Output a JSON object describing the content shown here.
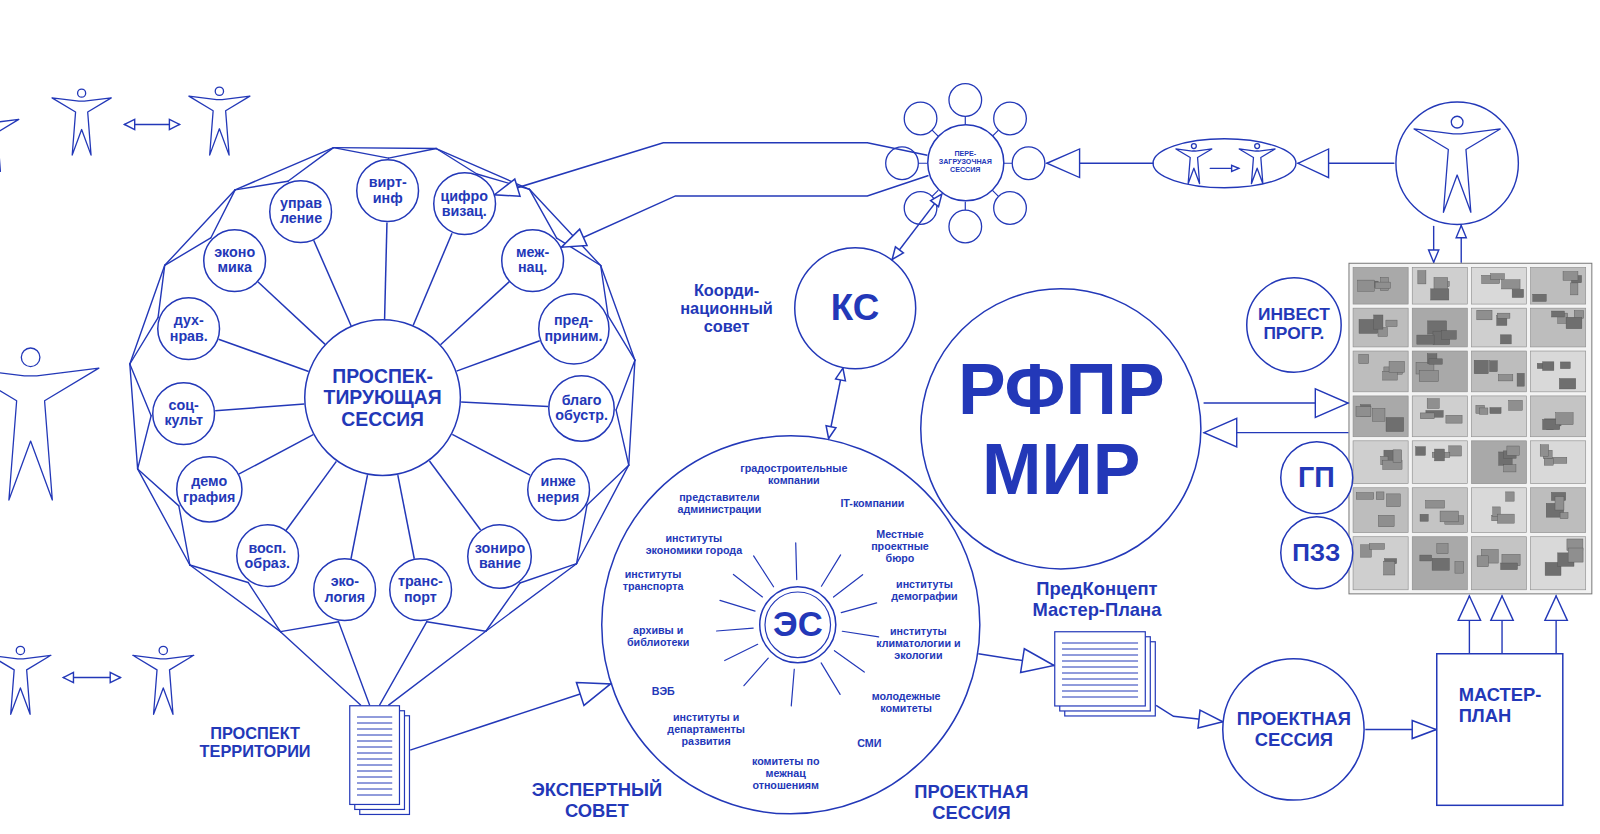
{
  "diagram": {
    "nodes": [
      {
        "text": [
          "ПРОСПЕК- ТИРУЮЩАЯ СЕССИЯ"
        ]
      },
      {
        "text": [
          "управ ление"
        ]
      },
      {
        "text": [
          "вирт- инф"
        ]
      },
      {
        "text": [
          "цифро визац."
        ]
      },
      {
        "text": [
          "меж- нац."
        ]
      },
      {
        "text": [
          "пред- приним."
        ]
      },
      {
        "text": [
          "благо обустр."
        ]
      },
      {
        "text": [
          "инже нерия"
        ]
      },
      {
        "text": [
          "зониро вание"
        ]
      },
      {
        "text": [
          "транс- порт"
        ]
      },
      {
        "text": [
          "эко- логия"
        ]
      },
      {
        "text": [
          "восп. образ."
        ]
      },
      {
        "text": [
          "демо графия"
        ]
      },
      {
        "text": [
          "соц- культ"
        ]
      },
      {
        "text": [
          "дух- нрав."
        ]
      },
      {
        "text": [
          "эконо мика"
        ]
      },
      {
        "text": [
          "ПРОСПЕКТ ТЕРРИТОРИИ"
        ]
      },
      {
        "text": [
          "ПЕРЕ- ЗАГРУЗОЧНАЯ СЕССИЯ"
        ]
      },
      {
        "text": [
          "КС",
          "Коорди- национный совет"
        ]
      },
      {
        "text": [
          "ЭКСПЕРТНЫЙ СОВЕТ",
          "градостроительные компании",
          "представители администрации",
          "IT-компании",
          "институты экономики города",
          "Местные проектные бюро",
          "институты транспорта",
          "институты демографии",
          "архивы и библиотеки",
          "институты климатологии и экологии",
          "ВЭБ",
          "молодежные комитеты",
          "институты и департаменты развития",
          "СМИ",
          "комитеты по межнац отношениям"
        ]
      },
      {
        "text": [
          "ЭС"
        ],
        "in": 19
      },
      {
        "text": [
          "РФПР МИР"
        ]
      },
      {
        "text": [
          "ИНВЕСТ ПРОГР."
        ]
      },
      {
        "text": [
          "ГП"
        ]
      },
      {
        "text": [
          "ПЗЗ"
        ]
      },
      {
        "text": [
          "ПредКонцепт Мастер-Плана"
        ]
      },
      {
        "text": [
          "ПРОЕКТНАЯ СЕССИЯ"
        ]
      },
      {
        "text": [
          "МАСТЕР- ПЛАН"
        ]
      }
    ],
    "edges": [
      {
        "from": 0,
        "to": 1,
        "arrow": "none"
      },
      {
        "from": 0,
        "to": 2,
        "arrow": "none"
      },
      {
        "from": 0,
        "to": 3,
        "arrow": "none"
      },
      {
        "from": 0,
        "to": 4,
        "arrow": "none"
      },
      {
        "from": 0,
        "to": 5,
        "arrow": "none"
      },
      {
        "from": 0,
        "to": 6,
        "arrow": "none"
      },
      {
        "from": 0,
        "to": 7,
        "arrow": "none"
      },
      {
        "from": 0,
        "to": 8,
        "arrow": "none"
      },
      {
        "from": 0,
        "to": 9,
        "arrow": "none"
      },
      {
        "from": 0,
        "to": 10,
        "arrow": "none"
      },
      {
        "from": 0,
        "to": 11,
        "arrow": "none"
      },
      {
        "from": 0,
        "to": 12,
        "arrow": "none"
      },
      {
        "from": 0,
        "to": 13,
        "arrow": "none"
      },
      {
        "from": 0,
        "to": 14,
        "arrow": "none"
      },
      {
        "from": 0,
        "to": 15,
        "arrow": "none"
      },
      {
        "from": 17,
        "to": 3,
        "arrow": "to"
      },
      {
        "from": 17,
        "to": 4,
        "arrow": "to"
      },
      {
        "from": 18,
        "to": 17,
        "arrow": "both"
      },
      {
        "from": 18,
        "to": 19,
        "arrow": "both"
      },
      {
        "from": 16,
        "to": 19,
        "arrow": "to"
      },
      {
        "from": 19,
        "to": 25,
        "arrow": "to"
      },
      {
        "from": 25,
        "to": 26,
        "arrow": "to"
      },
      {
        "from": 26,
        "to": 27,
        "arrow": "to"
      }
    ],
    "labels": [
      "ПРОЕКТНАЯ СЕССИЯ"
    ]
  }
}
